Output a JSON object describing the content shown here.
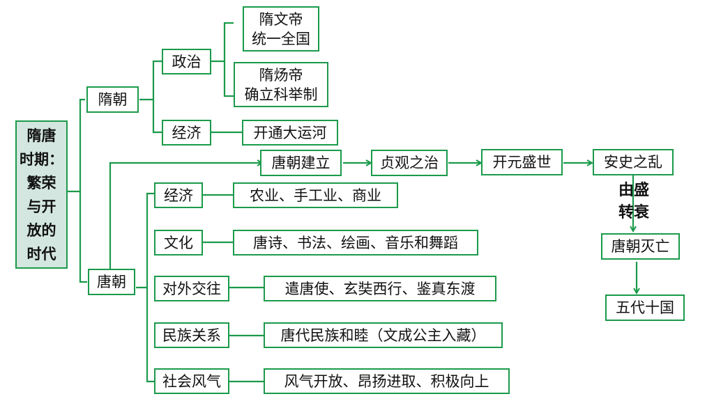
{
  "root": "隋唐\n时期：\n繁荣\n与开\n放的\n时代",
  "sui": {
    "label": "隋朝",
    "politics": {
      "label": "政治",
      "items": [
        "隋文帝\n统一全国",
        "隋炀帝\n确立科举制"
      ]
    },
    "economy": {
      "label": "经济",
      "items": [
        "开通大运河"
      ]
    }
  },
  "tang": {
    "label": "唐朝",
    "timeline": [
      "唐朝建立",
      "贞观之治",
      "开元盛世",
      "安史之乱"
    ],
    "decline_label": "由盛\n转衰",
    "fall": [
      "唐朝灭亡",
      "五代十国"
    ],
    "aspects": [
      {
        "label": "经济",
        "detail": "农业、手工业、商业"
      },
      {
        "label": "文化",
        "detail": "唐诗、书法、绘画、音乐和舞蹈"
      },
      {
        "label": "对外交往",
        "detail": "遣唐使、玄奘西行、鉴真东渡"
      },
      {
        "label": "民族关系",
        "detail": "唐代民族和睦（文成公主入藏）"
      },
      {
        "label": "社会风气",
        "detail": "风气开放、昂扬进取、积极向上"
      }
    ]
  },
  "colors": {
    "line": "#1a9a4a",
    "root_fill": "#d3e6df"
  }
}
